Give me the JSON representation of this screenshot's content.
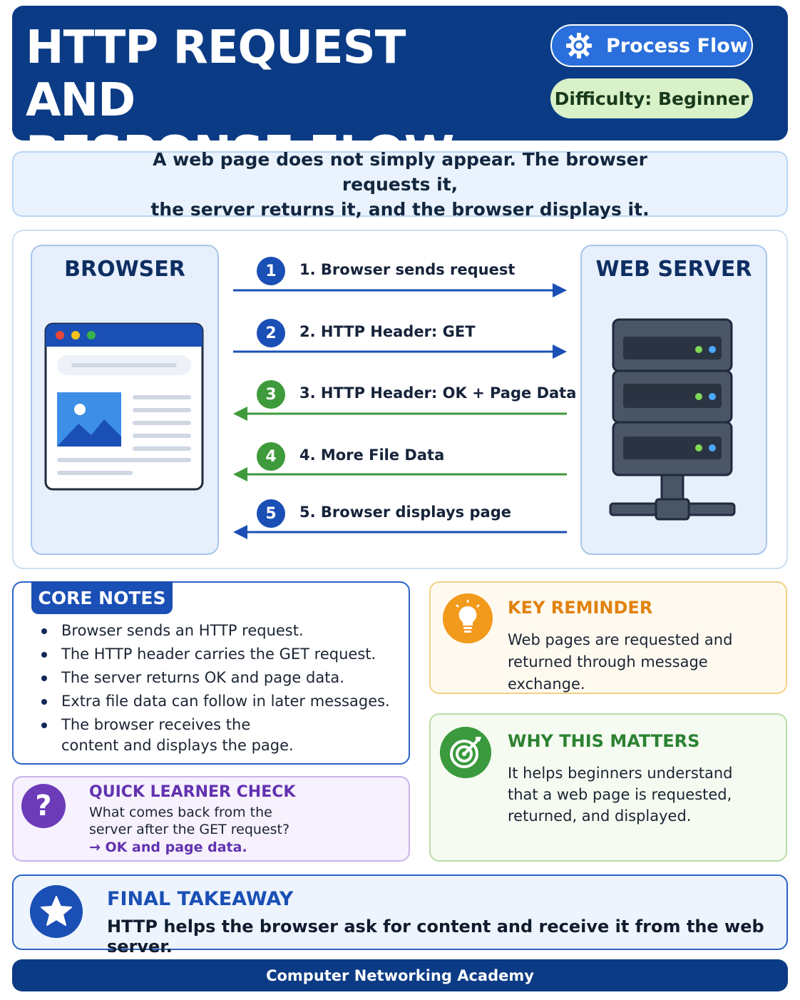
{
  "header": {
    "title_line1": "HTTP REQUEST AND",
    "title_line2": "RESPONSE FLOW",
    "badge_flow": "Process Flow",
    "badge_difficulty": "Difficulty: Beginner"
  },
  "intro": {
    "line1": "A web page does not simply appear. The browser requests it,",
    "line2": "the server returns it, and the browser displays it."
  },
  "diagram": {
    "left_node": "BROWSER",
    "right_node": "WEB SERVER",
    "steps": [
      {
        "number": "1",
        "label": "1. Browser sends request",
        "direction": "right",
        "color": "#1a4fb5"
      },
      {
        "number": "2",
        "label": "2. HTTP Header: GET",
        "direction": "right",
        "color": "#1a4fb5"
      },
      {
        "number": "3",
        "label": "3. HTTP Header: OK + Page Data",
        "direction": "left",
        "color": "#3e9a3a"
      },
      {
        "number": "4",
        "label": "4. More File Data",
        "direction": "left",
        "color": "#3e9a3a"
      },
      {
        "number": "5",
        "label": "5. Browser displays page",
        "direction": "left",
        "color": "#1a4fb5"
      }
    ]
  },
  "core_notes": {
    "title": "CORE NOTES",
    "items": [
      "Browser sends an HTTP request.",
      "The HTTP header carries the GET request.",
      "The server returns OK and page data.",
      "Extra file data can follow in later messages.",
      "The browser receives the content and displays the page."
    ]
  },
  "quick_check": {
    "title": "QUICK LEARNER CHECK",
    "question": "What comes back from the server after the GET request?",
    "answer": "→ OK and page data."
  },
  "key_reminder": {
    "title": "KEY REMINDER",
    "text": "Web pages are requested and returned through message exchange."
  },
  "why_matters": {
    "title": "WHY THIS MATTERS",
    "text": "It helps beginners understand that a web page is requested, returned, and displayed."
  },
  "final_takeaway": {
    "title": "FINAL TAKEAWAY",
    "text": "HTTP helps the browser ask for content and receive it from the web server."
  },
  "footer": {
    "text": "Computer Networking Academy"
  },
  "colors": {
    "navy": "#0b3b85",
    "blue": "#1a4fb5",
    "green": "#3e9a3a",
    "orange": "#f29a1c",
    "purple": "#6c3bb8"
  },
  "icons": {
    "badge_flow": "gear-sync-icon",
    "check": "question-icon",
    "reminder": "lightbulb-icon",
    "why": "target-icon",
    "final": "star-icon"
  }
}
